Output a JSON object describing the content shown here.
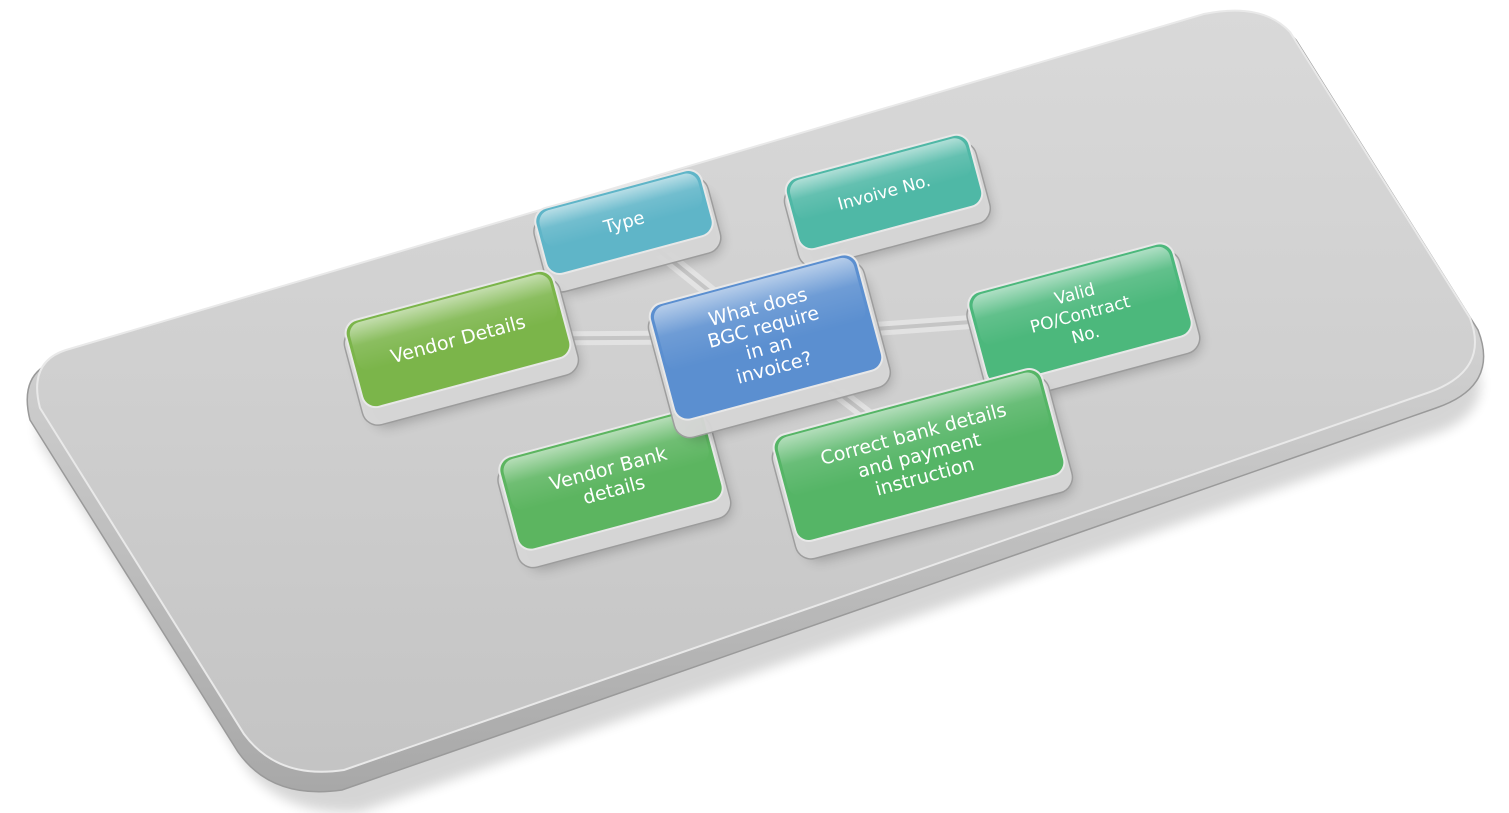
{
  "diagram": {
    "center": {
      "label_lines": [
        "What does",
        "BGC require",
        "in an",
        "invoice?"
      ],
      "color": "#5b8fd0"
    },
    "nodes": [
      {
        "id": "type",
        "label_lines": [
          "Type"
        ],
        "color": "#5fb5c8"
      },
      {
        "id": "invoice-no",
        "label_lines": [
          "Invoive No."
        ],
        "color": "#4fb8a6"
      },
      {
        "id": "vendor-details",
        "label_lines": [
          "Vendor Details"
        ],
        "color": "#7bb54a"
      },
      {
        "id": "valid-po",
        "label_lines": [
          "Valid",
          "PO/Contract",
          "No."
        ],
        "color": "#4cb87c"
      },
      {
        "id": "vendor-bank",
        "label_lines": [
          "Vendor Bank",
          "details"
        ],
        "color": "#5cb560"
      },
      {
        "id": "correct-bank",
        "label_lines": [
          "Correct bank details",
          "and payment",
          "instruction"
        ],
        "color": "#55b566"
      }
    ]
  }
}
